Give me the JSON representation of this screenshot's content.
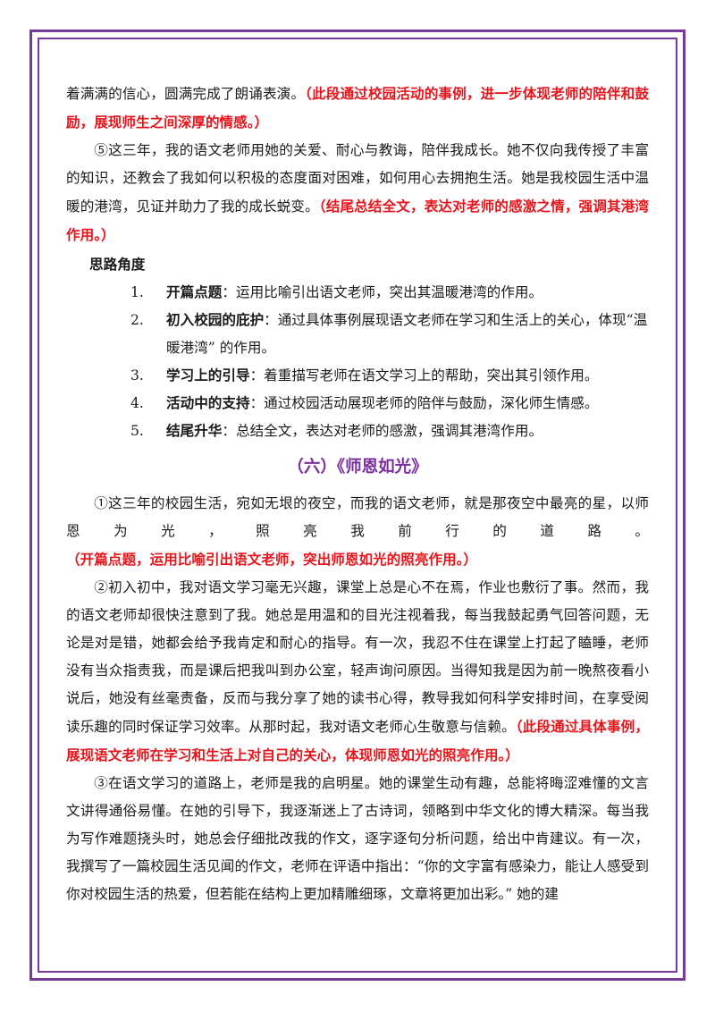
{
  "intro": {
    "p1_text": "着满满的信心，圆满完成了朗诵表演。",
    "p1_note": "（此段通过校园活动的事例，进一步体现老师的陪伴和鼓励，展现师生之间深厚的情感。）",
    "p2_text": "⑤这三年，我的语文老师用她的关爱、耐心与教诲，陪伴我成长。她不仅向我传授了丰富的知识，还教会了我如何以积极的态度面对困难，如何用心去拥抱生活。她是我校园生活中温暖的港湾，见证并助力了我的成长蜕变。",
    "p2_note": "（结尾总结全文，表达对老师的感激之情，强调其港湾作用。）"
  },
  "outline": {
    "heading": "思路角度",
    "items": [
      {
        "num": "1.",
        "key": "开篇点题",
        "desc": "：运用比喻引出语文老师，突出其温暖港湾的作用。"
      },
      {
        "num": "2.",
        "key": "初入校园的庇护",
        "desc": "：通过具体事例展现语文老师在学习和生活上的关心，体现“温暖港湾” 的作用。"
      },
      {
        "num": "3.",
        "key": "学习上的引导",
        "desc": "：着重描写老师在语文学习上的帮助，突出其引领作用。"
      },
      {
        "num": "4.",
        "key": "活动中的支持",
        "desc": "：通过校园活动展现老师的陪伴与鼓励，深化师生情感。"
      },
      {
        "num": "5.",
        "key": "结尾升华",
        "desc": "：总结全文，表达对老师的感激，强调其港湾作用。"
      }
    ]
  },
  "section": {
    "title": "（六）《师恩如光》",
    "p1_text": "①这三年的校园生活，宛如无垠的夜空，而我的语文老师，就是那夜空中最亮的星，以师恩为光，照亮我前行的道路。",
    "p1_note": "（开篇点题，运用比喻引出语文老师，突出师恩如光的照亮作用。）",
    "p2_text": "②初入初中，我对语文学习毫无兴趣，课堂上总是心不在焉，作业也敷衍了事。然而，我的语文老师却很快注意到了我。她总是用温和的目光注视着我，每当我鼓起勇气回答问题，无论是对是错，她都会给予我肯定和耐心的指导。有一次，我忍不住在课堂上打起了瞌睡，老师没有当众指责我，而是课后把我叫到办公室，轻声询问原因。当得知我是因为前一晚熬夜看小说后，她没有丝毫责备，反而与我分享了她的读书心得，教导我如何科学安排时间，在享受阅读乐趣的同时保证学习效率。从那时起，我对语文老师心生敬意与信赖。",
    "p2_note": "（此段通过具体事例，展现语文老师在学习和生活上对自己的关心，体现师恩如光的照亮作用。）",
    "p3_text": "③在语文学习的道路上，老师是我的启明星。她的课堂生动有趣，总能将晦涩难懂的文言文讲得通俗易懂。在她的引导下，我逐渐迷上了古诗词，领略到中华文化的博大精深。每当我为写作难题挠头时，她总会仔细批改我的作文，逐字逐句分析问题，给出中肯建议。有一次，我撰写了一篇校园生活见闻的作文，老师在评语中指出：“你的文字富有感染力，能让人感受到你对校园生活的热爱，但若能在结构上更加精雕细琢，文章将更加出彩。” 她的建"
  }
}
